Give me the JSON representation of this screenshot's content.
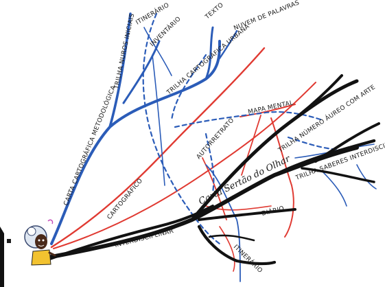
{
  "colors": {
    "black_branch": "#121212",
    "blue_branch": "#2b5cb8",
    "red_branch": "#e03a32",
    "skin": "#4a2a1a",
    "hair": "#dfe7f2",
    "shirt": "#f2c230"
  },
  "labels": {
    "main": "Carta Sertão do Olhar",
    "cartografico_blue": "CARTA CARTOGRÁFICA METODOLÓGICA",
    "trilha_nuros": "TRILHA NUROS INICIAIS",
    "itinerario_top": "ITINERÁRIO",
    "inventario": "INVENTÁRIO",
    "trilha_cartografica": "TRILHA CARTOGRÁFICA URBANA",
    "texto": "TEXTO",
    "nuvem": "NUVEM DE PALAVRAS",
    "cartografico_red": "CARTOGRÁFICO",
    "mapa_mental": "MAPA MENTAL",
    "autorretrato": "AUTORRETRATO",
    "trilha_numero": "TRILHA NÚMERO ÁUREO COM ARTE",
    "trilha_saberes": "TRILHA SABERES INTERDISCIPLINARES",
    "diario": "DIÁRIO",
    "interdisciplinar": "INTERDISCIPLINAR",
    "itinerario_bottom": "ITINERÁRIO"
  }
}
